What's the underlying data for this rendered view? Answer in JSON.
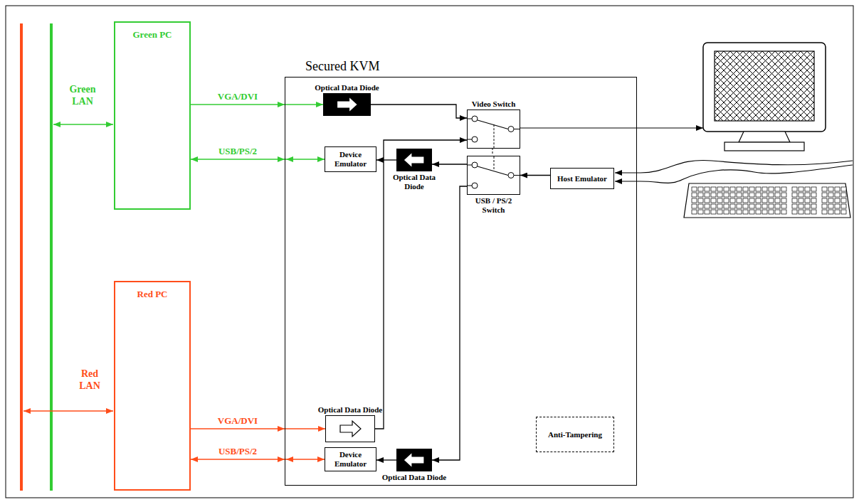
{
  "diagram": {
    "nodes": [
      {
        "text": [
          "Green PC"
        ]
      },
      {
        "text": [
          "Red PC"
        ]
      },
      {
        "text": [
          "Secured KVM"
        ]
      },
      {
        "text": [
          "Optical Data Diode"
        ],
        "in": 2
      },
      {
        "text": [
          "Device Emulator"
        ],
        "in": 2
      },
      {
        "text": [
          "Optical Data Diode"
        ],
        "in": 2
      },
      {
        "text": [
          "Video Switch"
        ],
        "in": 2
      },
      {
        "text": [
          "USB / PS/2 Switch"
        ],
        "in": 2
      },
      {
        "text": [
          "Host Emulator"
        ],
        "in": 2
      },
      {
        "text": [
          "Optical Data Diode"
        ],
        "in": 2
      },
      {
        "text": [
          "Device Emulator"
        ],
        "in": 2
      },
      {
        "text": [
          "Optical Data Diode"
        ],
        "in": 2
      },
      {
        "text": [
          "Anti-Tampering"
        ],
        "in": 2
      }
    ],
    "edges": [
      {
        "from": 0,
        "to": 3,
        "label": "VGA/DVI",
        "arrow": "to"
      },
      {
        "from": 0,
        "to": 4,
        "label": "USB/PS/2",
        "arrow": "both"
      },
      {
        "from": 1,
        "to": 9,
        "label": "VGA/DVI",
        "arrow": "to"
      },
      {
        "from": 1,
        "to": 10,
        "label": "USB/PS/2",
        "arrow": "both"
      },
      {
        "from": 3,
        "to": 6,
        "arrow": "to"
      },
      {
        "from": 9,
        "to": 6,
        "arrow": "to"
      },
      {
        "from": 7,
        "to": 5,
        "arrow": "to"
      },
      {
        "from": 5,
        "to": 4,
        "arrow": "to"
      },
      {
        "from": 7,
        "to": 11,
        "arrow": "to"
      },
      {
        "from": 11,
        "to": 10,
        "arrow": "to"
      },
      {
        "from": 8,
        "to": 7,
        "arrow": "to"
      }
    ],
    "labels": [
      "Green LAN",
      "Red LAN"
    ]
  }
}
